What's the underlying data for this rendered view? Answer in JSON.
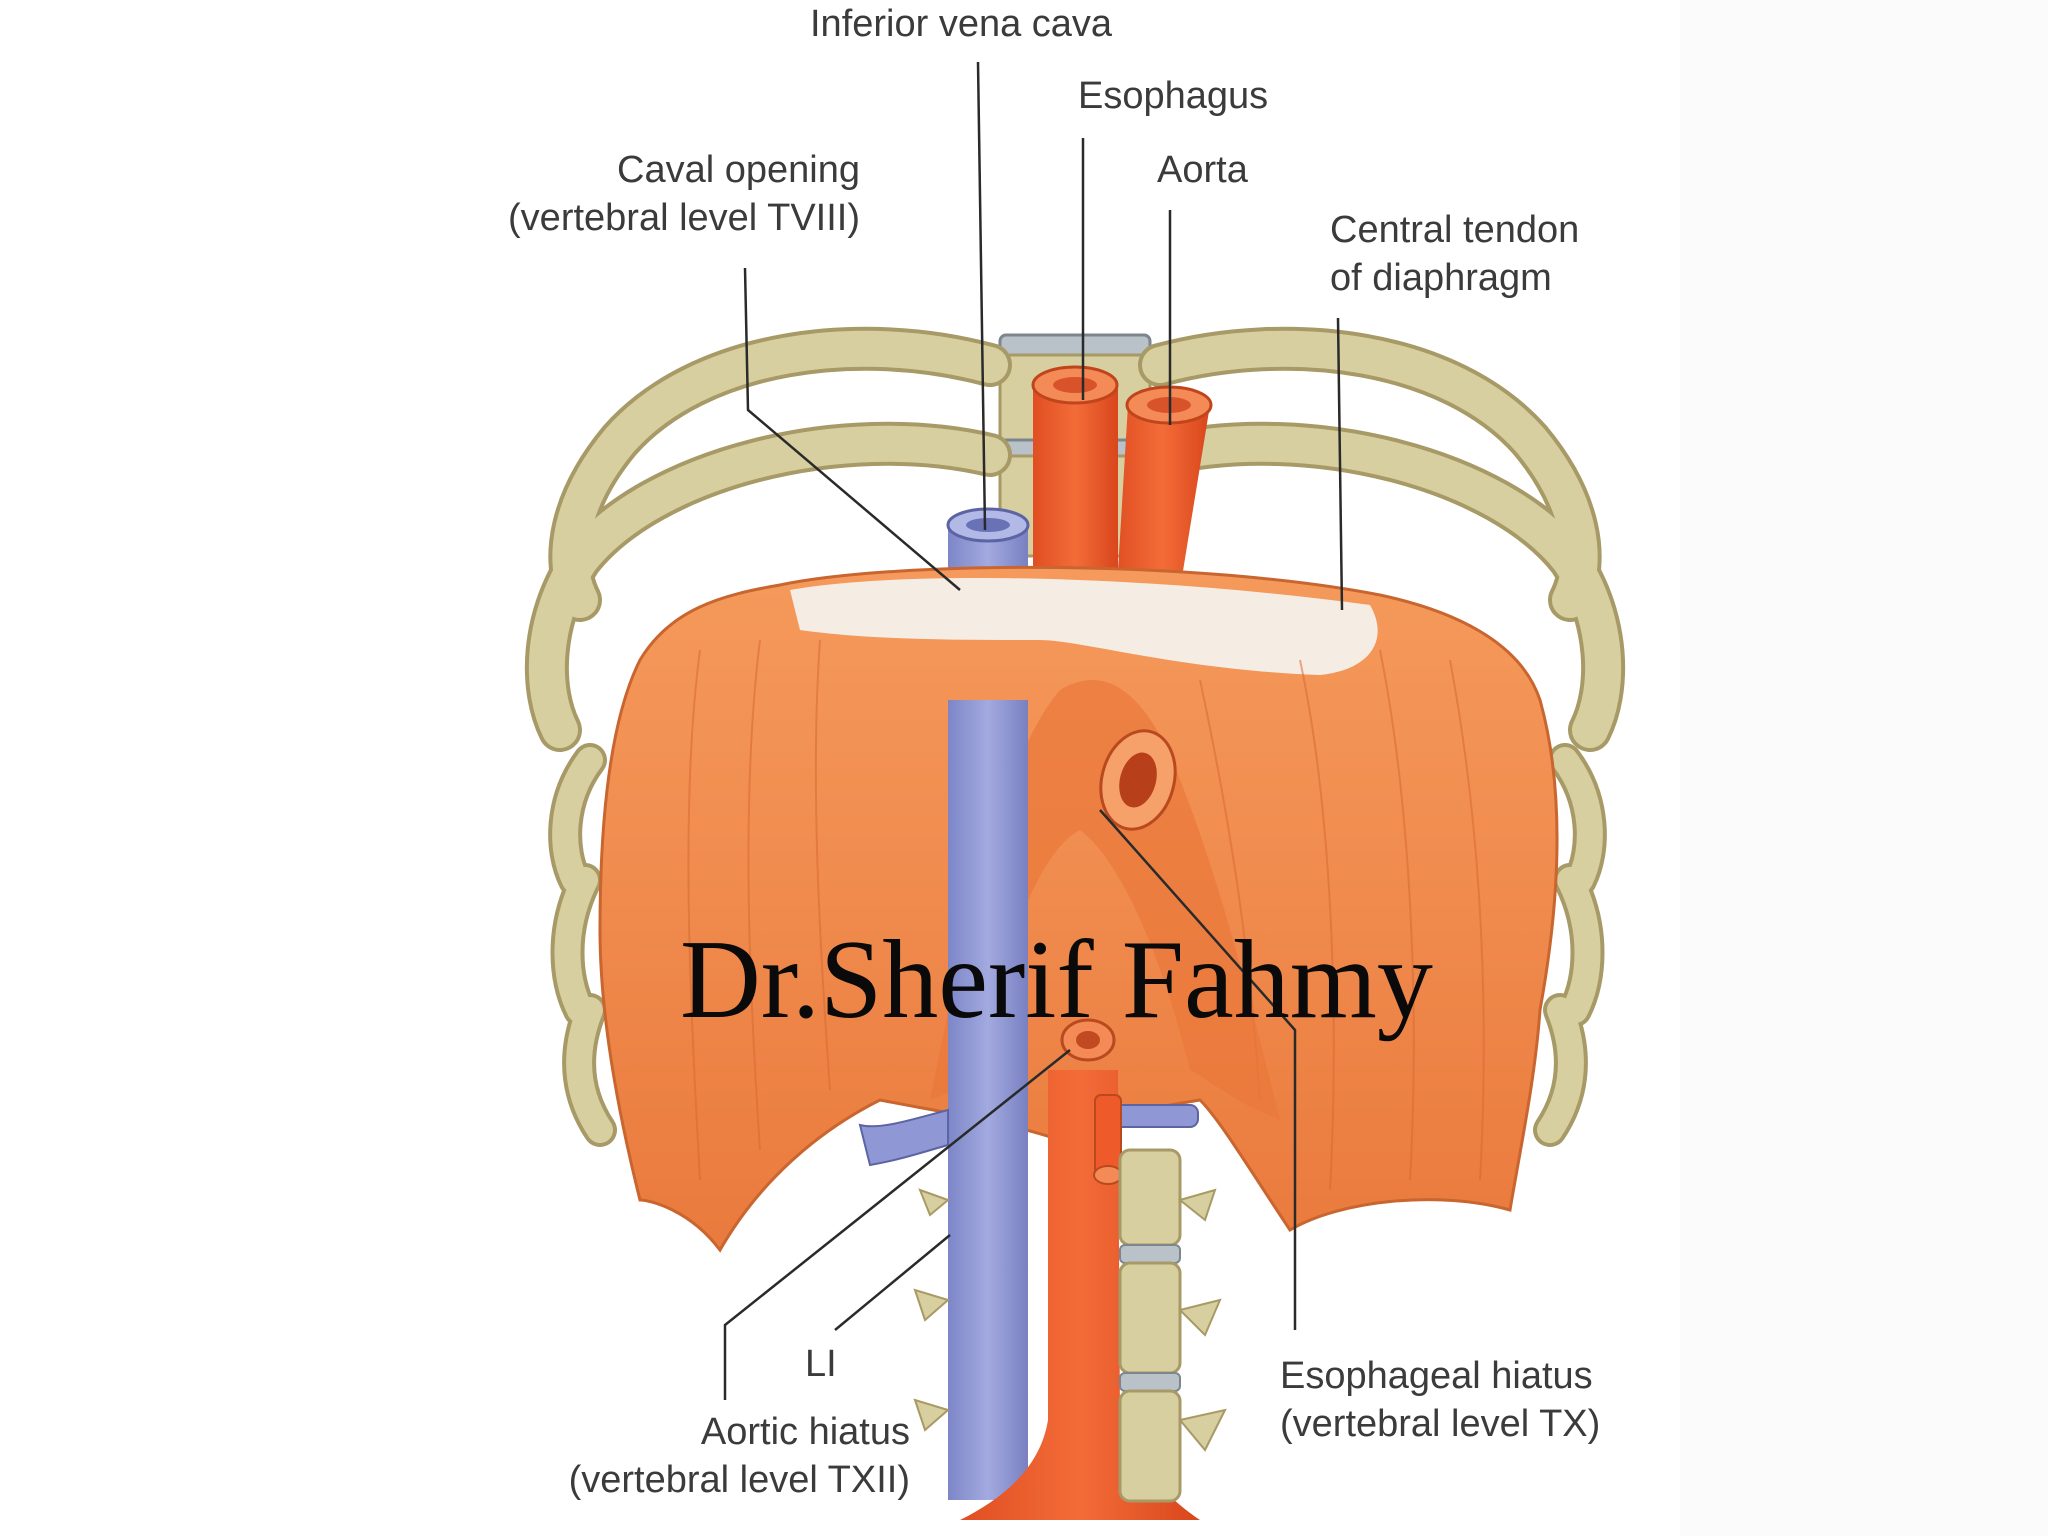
{
  "labels": {
    "ivc": "Inferior vena cava",
    "esophagus": "Esophagus",
    "aorta": "Aorta",
    "caval_line1": "Caval opening",
    "caval_line2": "(vertebral level TVIII)",
    "tendon_line1": "Central tendon",
    "tendon_line2": "of diaphragm",
    "li": "LI",
    "aortic_line1": "Aortic hiatus",
    "aortic_line2": "(vertebral level TXII)",
    "esoph_hiatus_line1": "Esophageal hiatus",
    "esoph_hiatus_line2": "(vertebral level TX)"
  },
  "watermark": "Dr.Sherif Fahmy",
  "colors": {
    "muscle": "#f08a4b",
    "muscle_dark": "#e06a2c",
    "tendon": "#f4f1ec",
    "bone": "#d8cfa0",
    "bone_edge": "#a89a66",
    "vein": "#8f97d4",
    "artery": "#ef5a2a",
    "esophagus": "#f26b2e",
    "leader": "#2a2a2a",
    "text": "#3b3b3b"
  }
}
